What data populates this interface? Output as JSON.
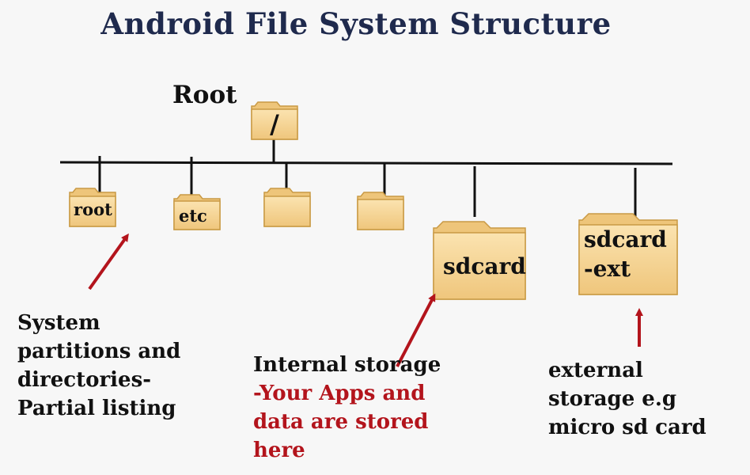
{
  "title": "Android File System Structure",
  "root": {
    "label": "Root",
    "symbol": "/"
  },
  "folders": [
    {
      "label": "root"
    },
    {
      "label": "etc"
    },
    {
      "label": ""
    },
    {
      "label": ""
    },
    {
      "label": "sdcard"
    },
    {
      "label_lines": [
        "sdcard",
        "-ext"
      ]
    }
  ],
  "annotations": {
    "system": {
      "lines": [
        "System",
        "partitions and",
        "directories-",
        "Partial listing"
      ]
    },
    "internal": {
      "heading": "Internal storage",
      "highlight_lines": [
        "-Your Apps and",
        "data are stored",
        "here"
      ]
    },
    "external": {
      "lines": [
        "external",
        "storage e.g",
        "micro sd card"
      ]
    }
  },
  "colors": {
    "title": "#1f2a4d",
    "folder_fill": "#f6d596",
    "folder_back": "#eec57a",
    "folder_stroke": "#c99a45",
    "arrow": "#b3141c",
    "highlight_text": "#b3141c",
    "line": "#111111"
  }
}
